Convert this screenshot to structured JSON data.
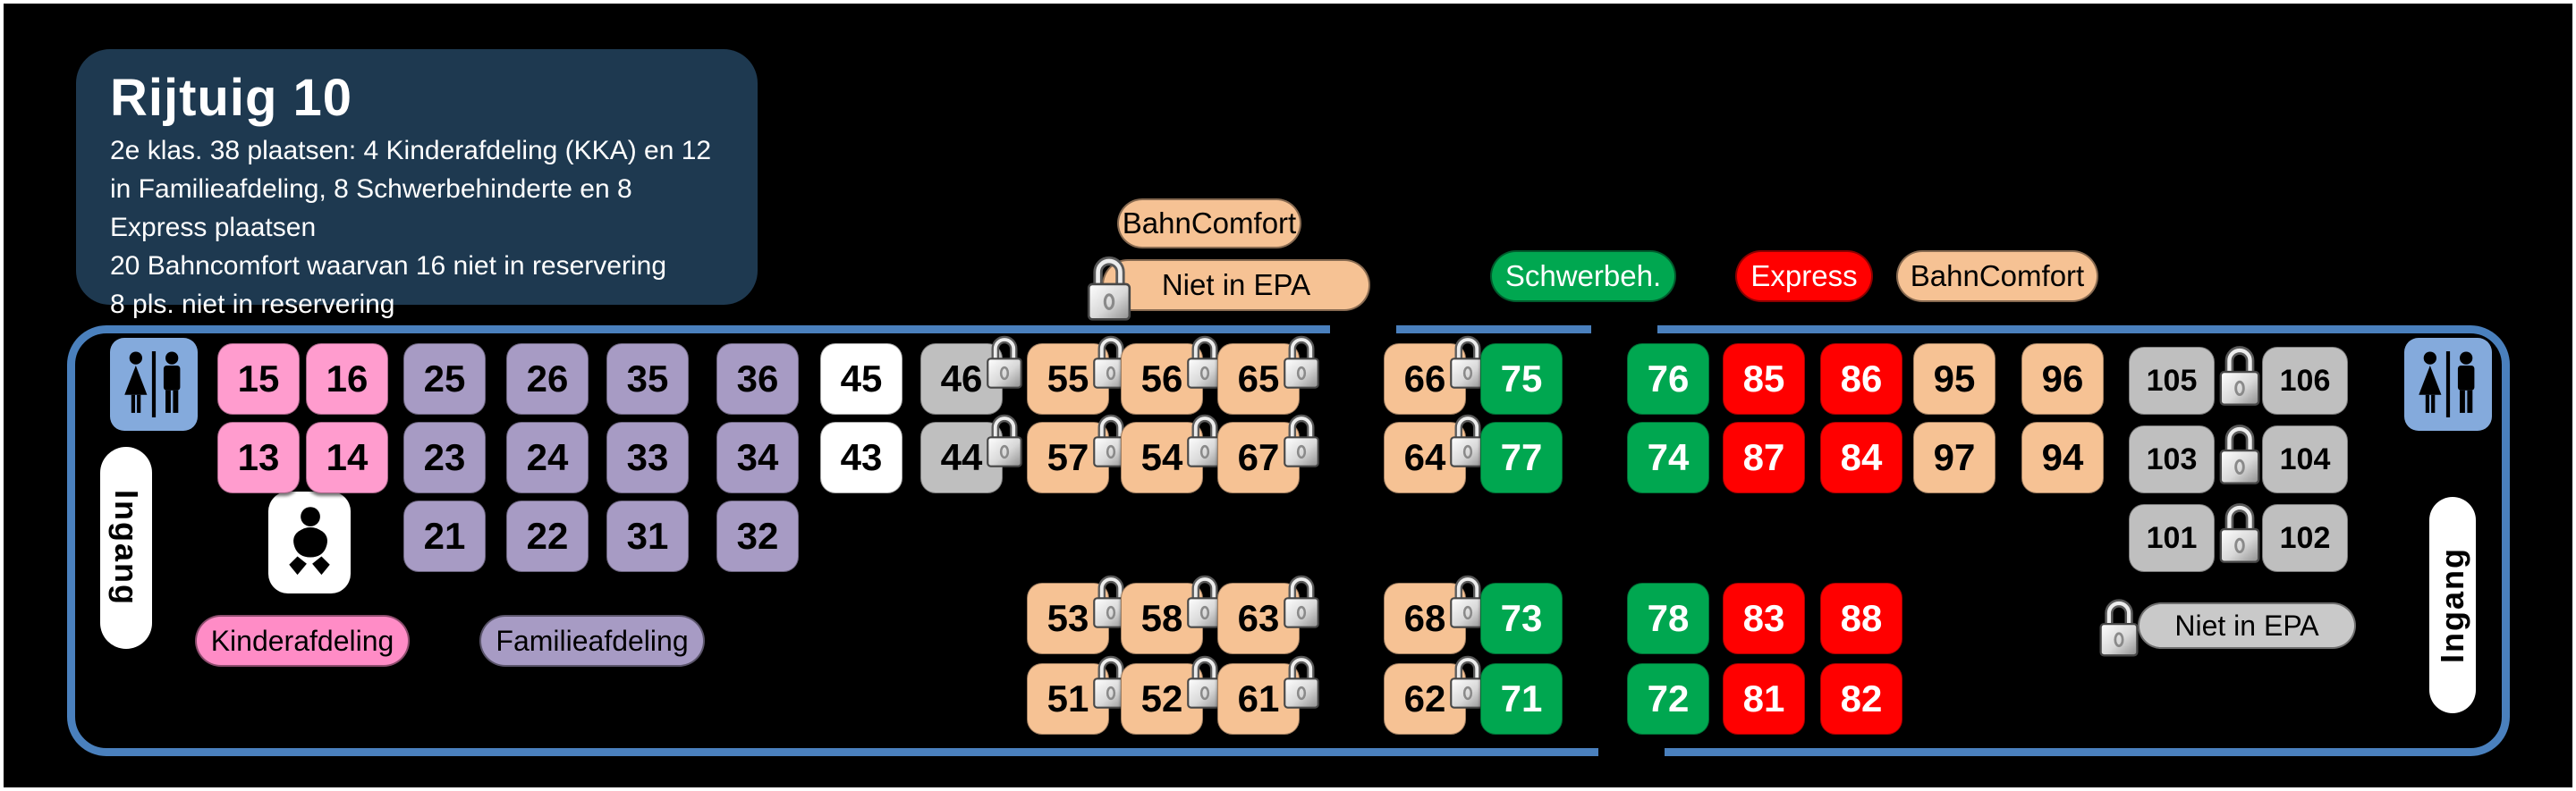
{
  "title": {
    "heading": "Rijtuig 10",
    "lines": [
      "2e klas. 38 plaatsen: 4 Kinderafdeling (KKA) en 12",
      "in Familieafdeling, 8 Schwerbehinderte en 8",
      "Express plaatsen",
      "20 Bahncomfort waarvan 16 niet in reservering",
      "8 pls. niet in reservering"
    ]
  },
  "legend": {
    "bahncomfort_top": "BahnComfort",
    "niet_in_epa": "Niet in EPA",
    "schwerbeh": "Schwerbeh.",
    "express": "Express",
    "bahncomfort_right": "BahnComfort",
    "kinderafdeling": "Kinderafdeling",
    "familieafdeling": "Familieafdeling",
    "niet_in_epa_gray": "Niet in EPA"
  },
  "entrance": {
    "left": "Ingang",
    "right": "Ingang"
  },
  "colors": {
    "kinder": "#FF9CCE",
    "kinder_pill": "#FF8CC6",
    "familie": "#A79BC4",
    "bahncomfort": "#F6C294",
    "schwerbeh": "#00A750",
    "express": "#FF0000",
    "niet_in_reservering": "#BFBFBF",
    "gray_pill": "#C9C9C9",
    "vrij": "#FFFFFF",
    "toilet_blue": "#84AADC",
    "map_border": "#4A80BD",
    "title_bg": "#1E3950"
  },
  "icons": {
    "lock": "lock-icon",
    "toilet": "wc-icon",
    "baby": "baby-care-icon"
  },
  "seats": [
    {
      "n": "15",
      "c": "A",
      "r": 1,
      "t": "kinder",
      "lock": false
    },
    {
      "n": "16",
      "c": "B",
      "r": 1,
      "t": "kinder",
      "lock": false
    },
    {
      "n": "25",
      "c": "C",
      "r": 1,
      "t": "familie",
      "lock": false
    },
    {
      "n": "26",
      "c": "D",
      "r": 1,
      "t": "familie",
      "lock": false
    },
    {
      "n": "35",
      "c": "E",
      "r": 1,
      "t": "familie",
      "lock": false
    },
    {
      "n": "36",
      "c": "F",
      "r": 1,
      "t": "familie",
      "lock": false
    },
    {
      "n": "45",
      "c": "G",
      "r": 1,
      "t": "vrij",
      "lock": false
    },
    {
      "n": "46",
      "c": "H",
      "r": 1,
      "t": "epa",
      "lock": true
    },
    {
      "n": "55",
      "c": "I",
      "r": 1,
      "t": "bc",
      "lock": true
    },
    {
      "n": "56",
      "c": "J",
      "r": 1,
      "t": "bc",
      "lock": true
    },
    {
      "n": "65",
      "c": "K",
      "r": 1,
      "t": "bc",
      "lock": true
    },
    {
      "n": "66",
      "c": "L",
      "r": 1,
      "t": "bc",
      "lock": true
    },
    {
      "n": "75",
      "c": "M",
      "r": 1,
      "t": "sch",
      "lock": false
    },
    {
      "n": "76",
      "c": "N",
      "r": 1,
      "t": "sch",
      "lock": false
    },
    {
      "n": "85",
      "c": "O",
      "r": 1,
      "t": "exp",
      "lock": false
    },
    {
      "n": "86",
      "c": "P",
      "r": 1,
      "t": "exp",
      "lock": false
    },
    {
      "n": "95",
      "c": "Q",
      "r": 1,
      "t": "bc",
      "lock": false
    },
    {
      "n": "96",
      "c": "R",
      "r": 1,
      "t": "bc",
      "lock": false
    },
    {
      "n": "105",
      "c": "S",
      "r": 1,
      "t": "epa",
      "lock": false
    },
    {
      "n": "106",
      "c": "T",
      "r": 1,
      "t": "epa",
      "lock": false
    },
    {
      "n": "13",
      "c": "A",
      "r": 2,
      "t": "kinder",
      "lock": false
    },
    {
      "n": "14",
      "c": "B",
      "r": 2,
      "t": "kinder",
      "lock": false
    },
    {
      "n": "23",
      "c": "C",
      "r": 2,
      "t": "familie",
      "lock": false
    },
    {
      "n": "24",
      "c": "D",
      "r": 2,
      "t": "familie",
      "lock": false
    },
    {
      "n": "33",
      "c": "E",
      "r": 2,
      "t": "familie",
      "lock": false
    },
    {
      "n": "34",
      "c": "F",
      "r": 2,
      "t": "familie",
      "lock": false
    },
    {
      "n": "43",
      "c": "G",
      "r": 2,
      "t": "vrij",
      "lock": false
    },
    {
      "n": "44",
      "c": "H",
      "r": 2,
      "t": "epa",
      "lock": true
    },
    {
      "n": "57",
      "c": "I",
      "r": 2,
      "t": "bc",
      "lock": true
    },
    {
      "n": "54",
      "c": "J",
      "r": 2,
      "t": "bc",
      "lock": true
    },
    {
      "n": "67",
      "c": "K",
      "r": 2,
      "t": "bc",
      "lock": true
    },
    {
      "n": "64",
      "c": "L",
      "r": 2,
      "t": "bc",
      "lock": true
    },
    {
      "n": "77",
      "c": "M",
      "r": 2,
      "t": "sch",
      "lock": false
    },
    {
      "n": "74",
      "c": "N",
      "r": 2,
      "t": "sch",
      "lock": false
    },
    {
      "n": "87",
      "c": "O",
      "r": 2,
      "t": "exp",
      "lock": false
    },
    {
      "n": "84",
      "c": "P",
      "r": 2,
      "t": "exp",
      "lock": false
    },
    {
      "n": "97",
      "c": "Q",
      "r": 2,
      "t": "bc",
      "lock": false
    },
    {
      "n": "94",
      "c": "R",
      "r": 2,
      "t": "bc",
      "lock": false
    },
    {
      "n": "103",
      "c": "S",
      "r": 2,
      "t": "epa",
      "lock": false
    },
    {
      "n": "104",
      "c": "T",
      "r": 2,
      "t": "epa",
      "lock": false
    },
    {
      "n": "21",
      "c": "C",
      "r": 3,
      "t": "familie",
      "lock": false
    },
    {
      "n": "22",
      "c": "D",
      "r": 3,
      "t": "familie",
      "lock": false
    },
    {
      "n": "31",
      "c": "E",
      "r": 3,
      "t": "familie",
      "lock": false
    },
    {
      "n": "32",
      "c": "F",
      "r": 3,
      "t": "familie",
      "lock": false
    },
    {
      "n": "101",
      "c": "S",
      "r": 3,
      "t": "epa",
      "lock": false
    },
    {
      "n": "102",
      "c": "T",
      "r": 3,
      "t": "epa",
      "lock": false
    },
    {
      "n": "53",
      "c": "I",
      "r": 4,
      "t": "bc",
      "lock": true
    },
    {
      "n": "58",
      "c": "J",
      "r": 4,
      "t": "bc",
      "lock": true
    },
    {
      "n": "63",
      "c": "K",
      "r": 4,
      "t": "bc",
      "lock": true
    },
    {
      "n": "68",
      "c": "L",
      "r": 4,
      "t": "bc",
      "lock": true
    },
    {
      "n": "73",
      "c": "M",
      "r": 4,
      "t": "sch",
      "lock": false
    },
    {
      "n": "78",
      "c": "N",
      "r": 4,
      "t": "sch",
      "lock": false
    },
    {
      "n": "83",
      "c": "O",
      "r": 4,
      "t": "exp",
      "lock": false
    },
    {
      "n": "88",
      "c": "P",
      "r": 4,
      "t": "exp",
      "lock": false
    },
    {
      "n": "51",
      "c": "I",
      "r": 5,
      "t": "bc",
      "lock": true
    },
    {
      "n": "52",
      "c": "J",
      "r": 5,
      "t": "bc",
      "lock": true
    },
    {
      "n": "61",
      "c": "K",
      "r": 5,
      "t": "bc",
      "lock": true
    },
    {
      "n": "62",
      "c": "L",
      "r": 5,
      "t": "bc",
      "lock": true
    },
    {
      "n": "71",
      "c": "M",
      "r": 5,
      "t": "sch",
      "lock": false
    },
    {
      "n": "72",
      "c": "N",
      "r": 5,
      "t": "sch",
      "lock": false
    },
    {
      "n": "81",
      "c": "O",
      "r": 5,
      "t": "exp",
      "lock": false
    },
    {
      "n": "82",
      "c": "P",
      "r": 5,
      "t": "exp",
      "lock": false
    }
  ],
  "pair_locks_rows": [
    1,
    2,
    3
  ]
}
